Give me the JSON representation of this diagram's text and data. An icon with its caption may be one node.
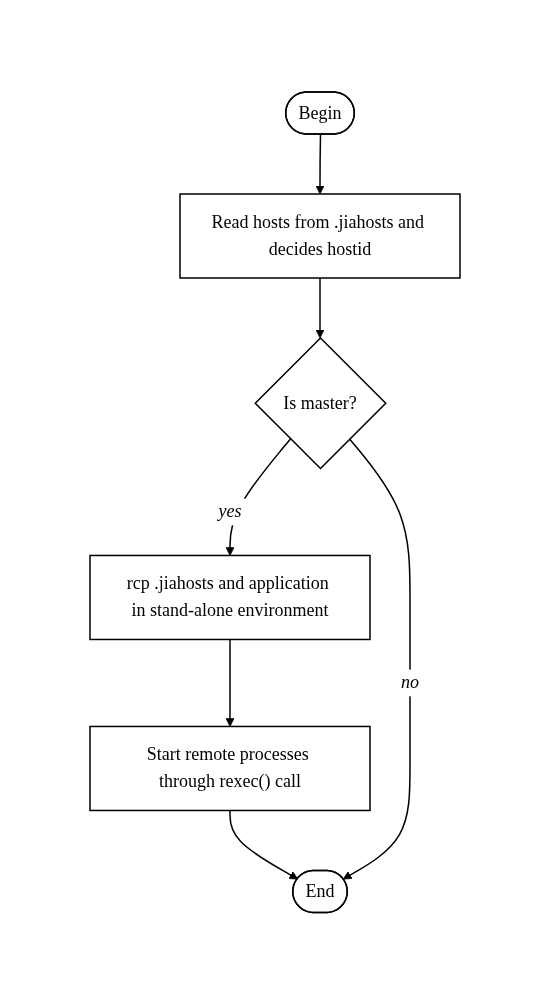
{
  "diagram": {
    "nodes": [
      {
        "text": [
          "Begin"
        ]
      },
      {
        "text": [
          "Read hosts from .jiahosts and decides hostid"
        ]
      },
      {
        "text": [
          "Is master?"
        ]
      },
      {
        "text": [
          "rcp .jiahosts and application in stand-alone environment"
        ]
      },
      {
        "text": [
          "Start remote processes through rexec() call"
        ]
      },
      {
        "text": [
          "End"
        ]
      }
    ],
    "edges": [
      {
        "from": 0,
        "to": 1,
        "arrow": "to"
      },
      {
        "from": 1,
        "to": 2,
        "arrow": "to"
      },
      {
        "from": 2,
        "to": 3,
        "arrow": "to",
        "label": "yes"
      },
      {
        "from": 3,
        "to": 4,
        "arrow": "to"
      },
      {
        "from": 4,
        "to": 5,
        "arrow": "to"
      },
      {
        "from": 2,
        "to": 5,
        "arrow": "to",
        "label": "no"
      }
    ]
  }
}
